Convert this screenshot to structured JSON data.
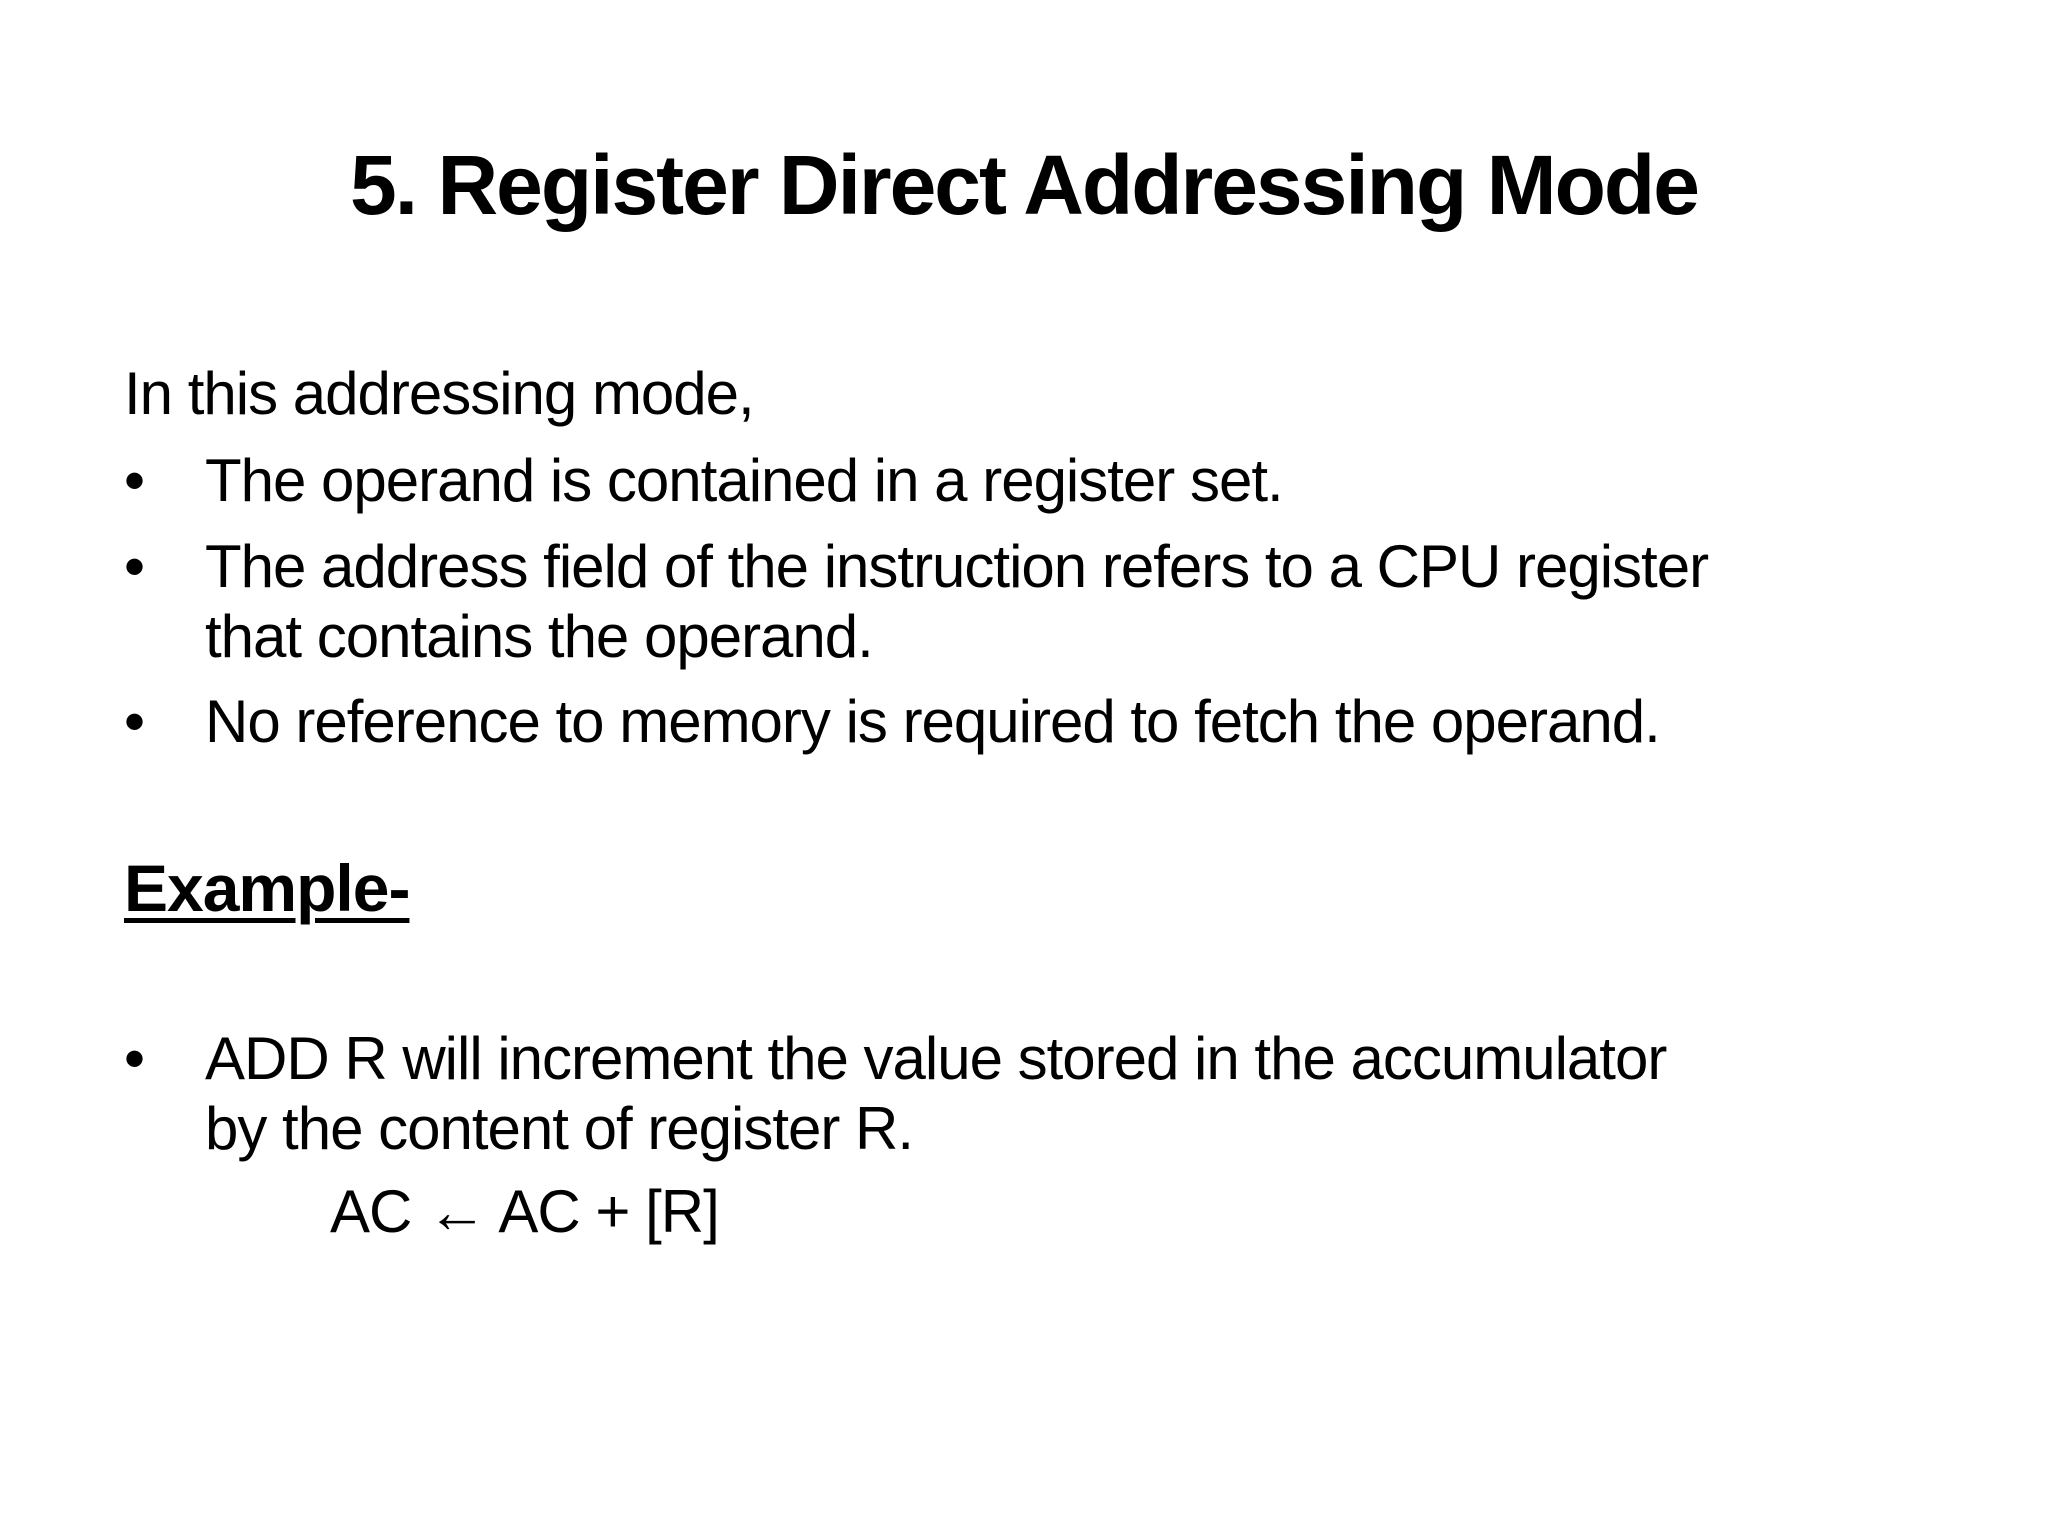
{
  "slide": {
    "title": "5. Register Direct Addressing Mode",
    "bullet_char": "•",
    "intro": "In this addressing mode,",
    "bullets": [
      {
        "lines": [
          "The operand is contained in a register set."
        ]
      },
      {
        "lines": [
          "The address field of the instruction refers to a CPU register",
          "that contains the operand."
        ]
      },
      {
        "lines": [
          "No reference to memory is required to fetch the operand."
        ]
      }
    ],
    "example_heading": "Example-",
    "example_bullets": [
      {
        "lines": [
          "ADD R will increment the value stored in the accumulator",
          "by the content of register R."
        ]
      }
    ],
    "formula": "AC ← AC + [R]"
  }
}
